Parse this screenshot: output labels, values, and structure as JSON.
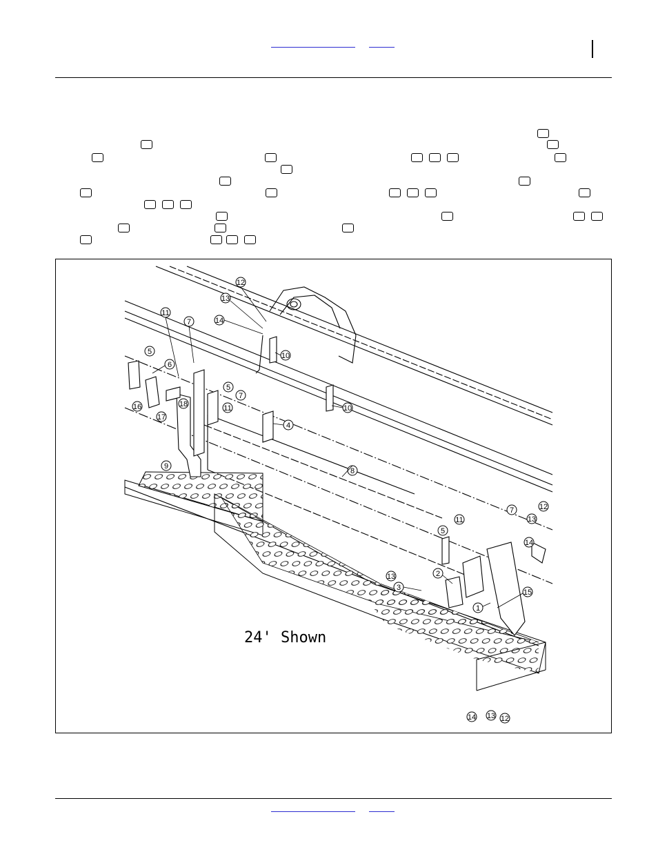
{
  "figure": {
    "caption": "24' Shown",
    "callouts": {
      "c1": "1",
      "c2": "2",
      "c3": "3",
      "c4": "4",
      "c5a": "5",
      "c5b": "5",
      "c5c": "5",
      "c6": "6",
      "c7a": "7",
      "c7b": "7",
      "c7c": "7",
      "c8": "8",
      "c9": "9",
      "c10a": "10",
      "c10b": "10",
      "c11a": "11",
      "c11b": "11",
      "c11c": "11",
      "c12a": "12",
      "c12b": "12",
      "c12c": "12",
      "c13a": "13",
      "c13b": "13",
      "c13c": "13",
      "c13d": "13",
      "c14a": "14",
      "c14b": "14",
      "c14c": "14",
      "c15": "15",
      "c16": "16",
      "c17": "17",
      "c18": "18"
    }
  }
}
